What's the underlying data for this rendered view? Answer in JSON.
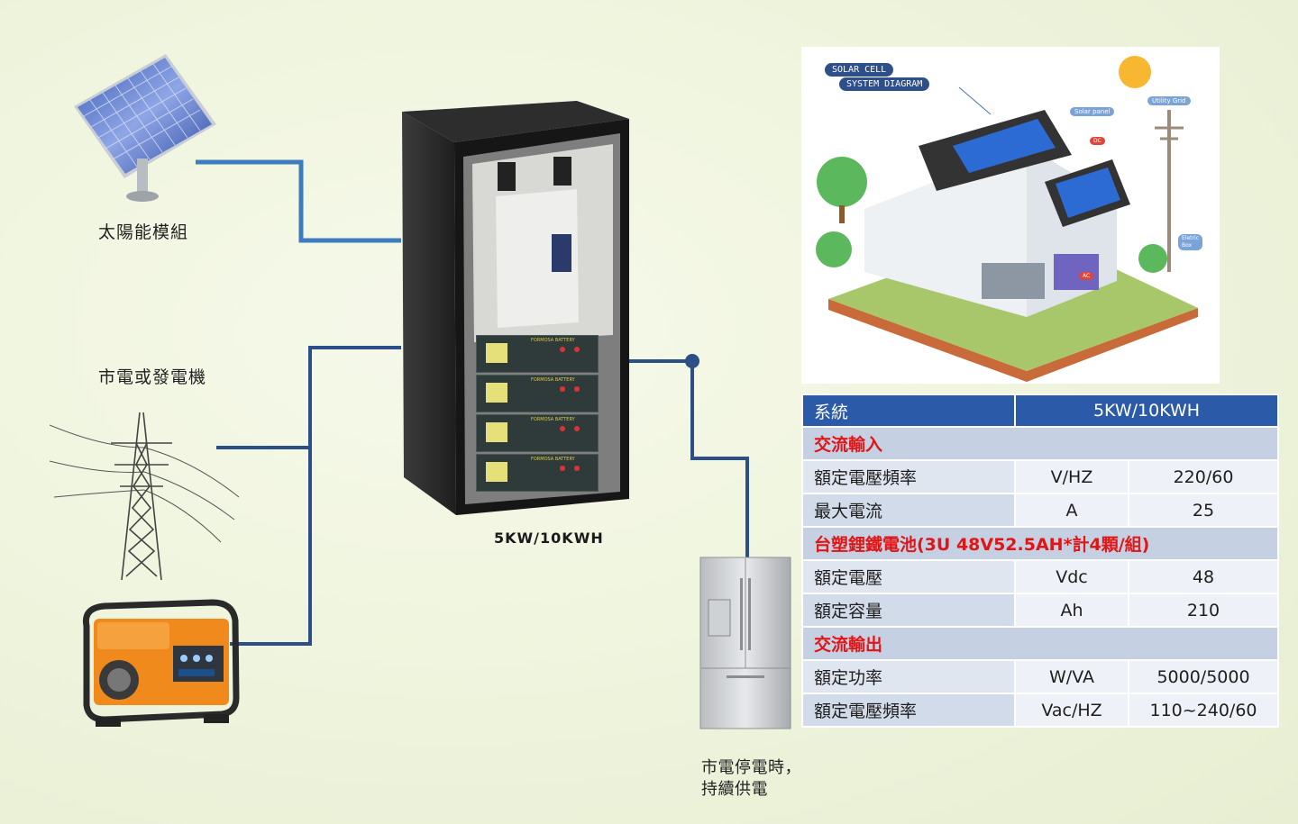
{
  "labels": {
    "solar_module": "太陽能模組",
    "grid_or_generator": "市電或發電機",
    "cabinet_model": "5KW/10KWH",
    "outage_line1": "市電停電時，",
    "outage_line2": "持續供電"
  },
  "battery_brand": "FORMOSA BATTERY",
  "diagram": {
    "badge_line1": "SOLAR CELL",
    "badge_line2": "SYSTEM DIAGRAM",
    "tag_solar_panel": "Solar panel",
    "tag_utility_grid": "Utility Grid",
    "tag_dc": "DC",
    "tag_ac": "AC",
    "tag_electric_box_1": "Eletric",
    "tag_electric_box_2": "Box"
  },
  "spec_table": {
    "header": {
      "label": "系統",
      "value": "5KW/10KWH"
    },
    "sections": [
      {
        "title": "交流輸入",
        "rows": [
          {
            "name": "額定電壓頻率",
            "unit": "V/HZ",
            "value": "220/60"
          },
          {
            "name": "最大電流",
            "unit": "A",
            "value": "25"
          }
        ]
      },
      {
        "title": "台塑鋰鐵電池(3U 48V52.5AH*計4顆/組)",
        "rows": [
          {
            "name": "額定電壓",
            "unit": "Vdc",
            "value": "48"
          },
          {
            "name": "額定容量",
            "unit": "Ah",
            "value": "210"
          }
        ]
      },
      {
        "title": "交流輸出",
        "rows": [
          {
            "name": "額定功率",
            "unit": "W/VA",
            "value": "5000/5000"
          },
          {
            "name": "額定電壓頻率",
            "unit": "Vac/HZ",
            "value": "110~240/60"
          }
        ]
      }
    ]
  },
  "colors": {
    "wire": "#2b4f86",
    "wire_solar": "#3d7dbe",
    "table_header": "#2a5aa8",
    "section_text": "#e01515"
  }
}
